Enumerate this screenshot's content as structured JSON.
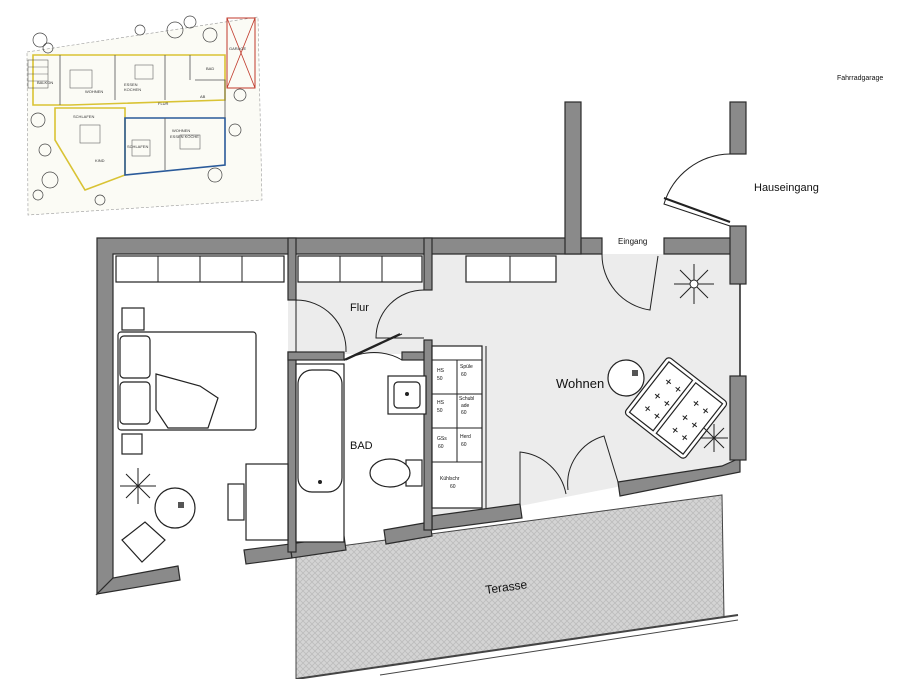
{
  "labels": {
    "fahrradgarage": "Fahrradgarage",
    "hauseingang": "Hauseingang",
    "eingang": "Eingang",
    "flur": "Flur",
    "wohnen": "Wohnen",
    "bad": "BAD",
    "terasse": "Terasse"
  },
  "kitchen": {
    "spuele": [
      "Spüle",
      "60"
    ],
    "hs1": [
      "HS",
      "50"
    ],
    "schublade": [
      "Schubl",
      "ade",
      "60"
    ],
    "hs2": [
      "HS",
      "50"
    ],
    "gss": [
      "GSs",
      "60"
    ],
    "herd": [
      "Herd",
      "60"
    ],
    "kuehlschr": [
      "Kühlschr",
      "60"
    ]
  },
  "overview": {
    "balkon": "BALKON",
    "wohnen": "WOHNEN",
    "essen": "ESSEN",
    "kochen": "KOCHEN",
    "flur": "FLUR",
    "bad": "BAD",
    "abs": "AB",
    "schlafen1": "SCHLAFEN",
    "schlafen2": "SCHLAFEN",
    "wohnen_essen": "WOHNEN",
    "essen_kochen": "ESSEN KOCHE",
    "kind": "KIND",
    "garage": "GARAGE"
  }
}
